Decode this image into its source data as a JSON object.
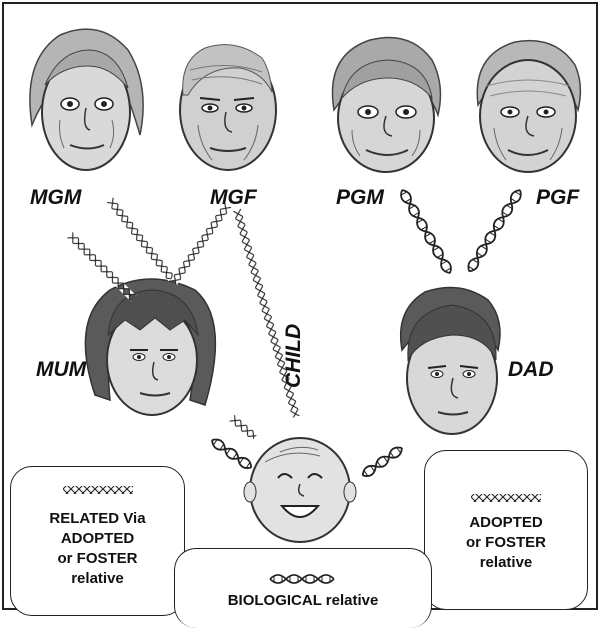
{
  "labels": {
    "mgm": "MGM",
    "mgf": "MGF",
    "pgm": "PGM",
    "pgf": "PGF",
    "mum": "MUM",
    "dad": "DAD",
    "child": "CHILD"
  },
  "legend": {
    "related": "RELATED Via\nADOPTED\nor FOSTER\nrelative",
    "adopted": "ADOPTED\nor FOSTER\nrelative",
    "biological": "BIOLOGICAL relative"
  },
  "faces": {
    "mgm": "grandmother-face",
    "mgf": "grandfather-face",
    "pgm": "grandmother-face",
    "pgf": "grandfather-face",
    "mum": "woman-face",
    "dad": "man-face",
    "child": "baby-face"
  },
  "colors": {
    "ink": "#222222",
    "skin": "#d9d9d9",
    "hair_dark": "#555555",
    "hair_gray": "#9a9a9a"
  }
}
